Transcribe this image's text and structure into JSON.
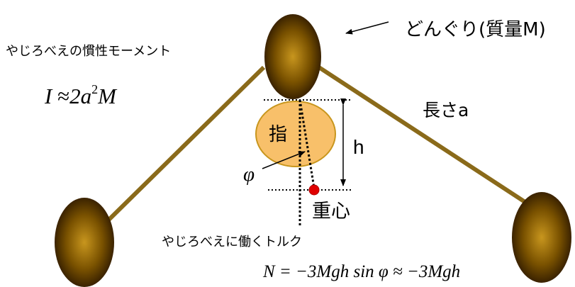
{
  "labels": {
    "acorn": "どんぐり(質量M)",
    "inertia_title": "やじろべえの慣性モーメント",
    "length": "長さa",
    "finger": "指",
    "height": "h",
    "angle": "φ",
    "center_of_mass": "重心",
    "torque_title": "やじろべえに働くトルク"
  },
  "formulas": {
    "inertia": {
      "lhs": "I",
      "approx": "≈",
      "coef": "2a",
      "exp": "2",
      "rhs": "M"
    },
    "torque": "N = −3Mgh sin φ ≈ −3Mgh"
  },
  "colors": {
    "rod": "#8a6a1a",
    "acorn_light": "#c8961e",
    "acorn_dark": "#2a1600",
    "finger_fill": "#f8c06a",
    "finger_stroke": "#c8961e",
    "com_dot": "#e00000",
    "line": "#000000"
  }
}
